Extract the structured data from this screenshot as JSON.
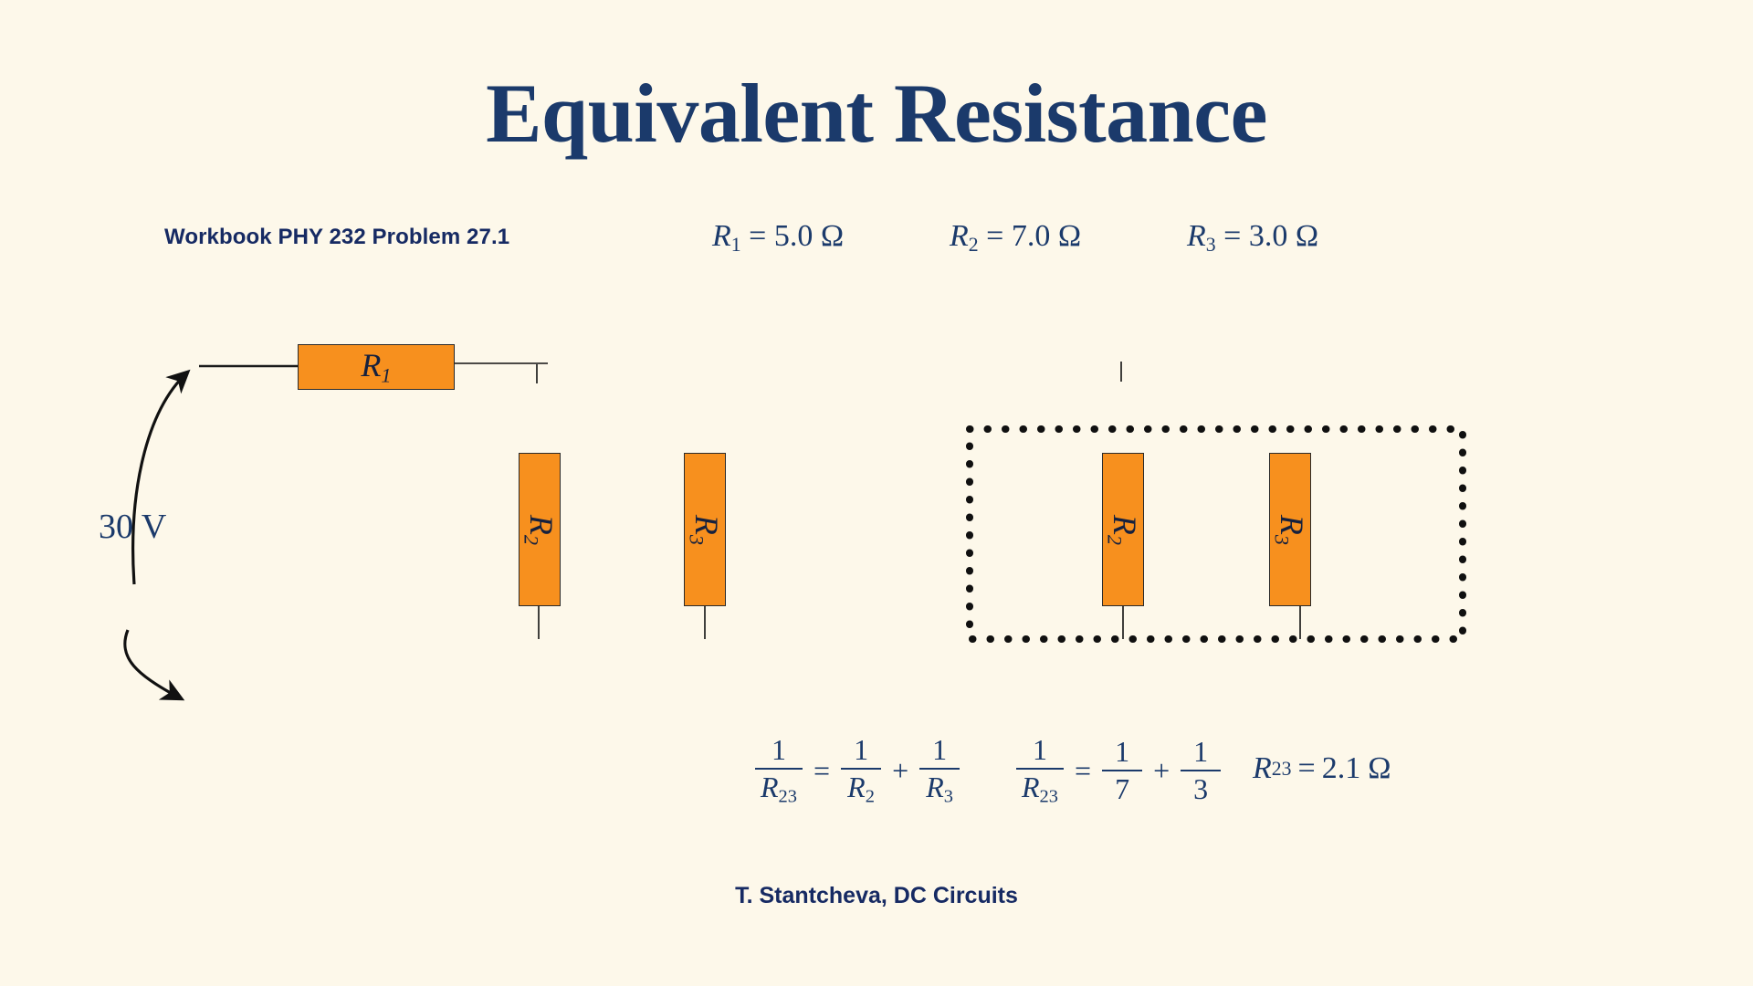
{
  "page": {
    "background_color": "#FDF8EA",
    "title": "Equivalent Resistance",
    "workbook_label": "Workbook PHY 232 Problem 27.1",
    "footer": "T. Stantcheva, DC Circuits"
  },
  "colors": {
    "navy": "#1B3A6B",
    "navy_dark": "#162A63",
    "resistor_orange": "#F7901E",
    "wire_blue": "#2B6FD4",
    "wire_gray": "#4A4A4A",
    "wire_red": "#C0441B",
    "ink_black": "#16213E"
  },
  "given_values": [
    {
      "symbol": "R",
      "sub": "1",
      "value": "5.0",
      "unit": "Ω",
      "text": "R₁ = 5.0 Ω"
    },
    {
      "symbol": "R",
      "sub": "2",
      "value": "7.0",
      "unit": "Ω",
      "text": "R₂ = 7.0 Ω"
    },
    {
      "symbol": "R",
      "sub": "3",
      "value": "3.0",
      "unit": "Ω",
      "text": "R₃ = 3.0 Ω"
    }
  ],
  "left_circuit": {
    "source_label": "30 V",
    "resistors": [
      {
        "id": "R1",
        "symbol": "R",
        "sub": "1",
        "orientation": "horizontal"
      },
      {
        "id": "R2",
        "symbol": "R",
        "sub": "2",
        "orientation": "vertical"
      },
      {
        "id": "R3",
        "symbol": "R",
        "sub": "3",
        "orientation": "vertical"
      }
    ]
  },
  "right_circuit": {
    "grouping": "dotted-rectangle",
    "resistors": [
      {
        "id": "R2",
        "symbol": "R",
        "sub": "2",
        "orientation": "vertical"
      },
      {
        "id": "R3",
        "symbol": "R",
        "sub": "3",
        "orientation": "vertical"
      }
    ]
  },
  "equations": {
    "eq1": {
      "lhs_num": "1",
      "lhs_den_sym": "R",
      "lhs_den_sub": "23",
      "equals": "=",
      "t1_num": "1",
      "t1_den_sym": "R",
      "t1_den_sub": "2",
      "plus": "+",
      "t2_num": "1",
      "t2_den_sym": "R",
      "t2_den_sub": "3"
    },
    "eq2": {
      "lhs_num": "1",
      "lhs_den_sym": "R",
      "lhs_den_sub": "23",
      "equals": "=",
      "t1_num": "1",
      "t1_den": "7",
      "plus": "+",
      "t2_num": "1",
      "t2_den": "3"
    },
    "eq3": {
      "symbol": "R",
      "sub": "23",
      "equals": "=",
      "value": "2.1",
      "unit": "Ω"
    }
  },
  "labels": {
    "r1": "R",
    "r1_sub": "1",
    "r2": "R",
    "r2_sub": "2",
    "r3": "R",
    "r3_sub": "3"
  }
}
